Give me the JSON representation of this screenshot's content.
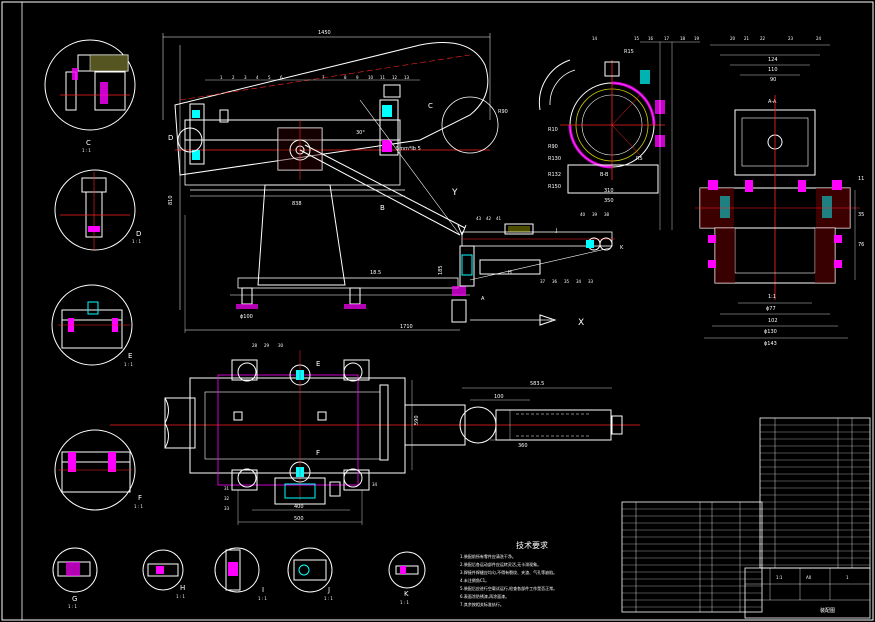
{
  "drawing": {
    "colors": {
      "background": "#000000",
      "line": "#ffffff",
      "centerline": "#ff2020",
      "hatch": "#ff3030",
      "highlight": "#ff00ff",
      "fastener": "#00ffff",
      "dimension": "#ffffff"
    },
    "front_view": {
      "dim_top": "1450",
      "dim_height": "810",
      "dim_mid": "838",
      "dim_bottom": "1710",
      "dim_right": "R90",
      "dim_base": "ϕ100",
      "dim_small": "18.5",
      "dim_side": "185",
      "label_c": "C",
      "label_d": "D",
      "label_a": "A",
      "label_h": "H",
      "label_j": "J",
      "label_k": "K",
      "label_b": "B",
      "note": "5mm*lb 5",
      "angle": "30°",
      "axis_x": "X",
      "axis_y": "Y",
      "part_numbers_top": [
        "1",
        "2",
        "3",
        "4",
        "5",
        "6",
        "7",
        "8",
        "9",
        "10",
        "11",
        "12",
        "13"
      ],
      "part_numbers_mid": [
        "43",
        "42",
        "41",
        "40",
        "39",
        "38",
        "37",
        "36",
        "35",
        "34",
        "33"
      ]
    },
    "section_bb": {
      "title": "B-B",
      "r_labels": [
        "R15",
        "R10",
        "R90",
        "R130",
        "R132",
        "R150",
        "R5"
      ],
      "dim_width": "310",
      "dim_wide": "350",
      "part_numbers": [
        "14",
        "15",
        "16",
        "17",
        "18",
        "19"
      ]
    },
    "section_aa": {
      "title": "A-A",
      "dim_top1": "124",
      "dim_top2": "110",
      "dim_top3": "90",
      "dim_b1": "ϕ77",
      "dim_b2": "102",
      "dim_b3": "ϕ130",
      "dim_b4": "ϕ143",
      "scale": "1:1",
      "side_dims": [
        "11",
        "35",
        "76"
      ],
      "part_numbers": [
        "20",
        "21",
        "22",
        "23",
        "24"
      ]
    },
    "plan_view": {
      "dim_right": "583.5",
      "dim_right2": "100",
      "dim_right3": "360",
      "dim_side": "590",
      "dim_bottom1": "400",
      "dim_bottom2": "500",
      "label_e": "E",
      "label_f": "F",
      "part_numbers": [
        "28",
        "29",
        "30",
        "31",
        "32",
        "33",
        "34"
      ]
    },
    "details_left": [
      {
        "name": "C",
        "scale": "1 : 1"
      },
      {
        "name": "D",
        "scale": "1 : 1"
      },
      {
        "name": "E",
        "scale": "1 : 1"
      },
      {
        "name": "F",
        "scale": "1 : 1"
      }
    ],
    "details_bottom": [
      {
        "name": "G",
        "scale": "1 : 1"
      },
      {
        "name": "H",
        "scale": "1 : 1"
      },
      {
        "name": "I",
        "scale": "1 : 1"
      },
      {
        "name": "J",
        "scale": "1 : 1"
      },
      {
        "name": "K",
        "scale": "1 : 1"
      }
    ],
    "notes": {
      "title": "技术要求",
      "lines": [
        "1.装配前所有零件应清洗干净。",
        "2.装配后各运动部件应运转灵活,无卡滞现象。",
        "3.焊接件焊缝应均匀,不得有裂纹、夹渣、气孔等缺陷。",
        "4.未注倒角C1。",
        "5.装配后应进行空载试运行,检查各部件工作是否正常。",
        "6.表面涂防锈漆,再涂面漆。",
        "7.其余按相关标准执行。"
      ]
    },
    "title_block": {
      "scale_label": "1:1",
      "ratio": "A0",
      "sheet": "1",
      "drawing_name": "装配图"
    }
  }
}
